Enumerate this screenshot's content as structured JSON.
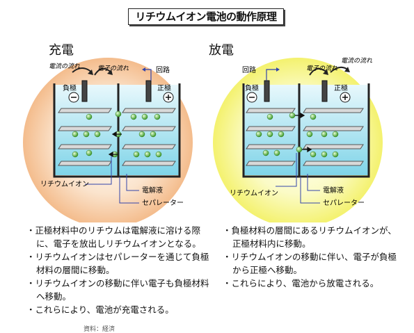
{
  "title": "リチウムイオン電池の動作原理",
  "charge": {
    "heading": "充電",
    "label_current": "電流の流れ",
    "label_electron": "電子の流れ",
    "label_circuit": "回路",
    "label_neg": "負極",
    "label_pos": "正極",
    "label_ion": "リチウムイオン",
    "label_electrolyte": "電解液",
    "label_separator": "セパレーター",
    "bg_color": "#f7c79a",
    "bullets": [
      "正極材料中のリチウムは電解液に溶ける際に、電子を放出しリチウムイオンとなる。",
      "リチウムイオンはセパレーターを通じて負極材料の層間に移動。",
      "リチウムイオンの移動に伴い電子も負極材料へ移動。",
      "これらにより、電池が充電される。"
    ]
  },
  "discharge": {
    "heading": "放電",
    "label_current": "電流の流れ",
    "label_electron": "電子の流れ",
    "label_circuit": "回路",
    "label_neg": "負極",
    "label_pos": "正極",
    "label_ion": "リチウムイオン",
    "label_electrolyte": "電解液",
    "label_separator": "セパレーター",
    "bg_color": "#f6f47a",
    "bullets": [
      "負極材料の層間にあるリチウムイオンが、正極材料内に移動。",
      "リチウムイオンの移動に伴い、電子が負極から正極へ移動。",
      "これらにより、電池から放電される。"
    ]
  },
  "footer": "資料：経済"
}
